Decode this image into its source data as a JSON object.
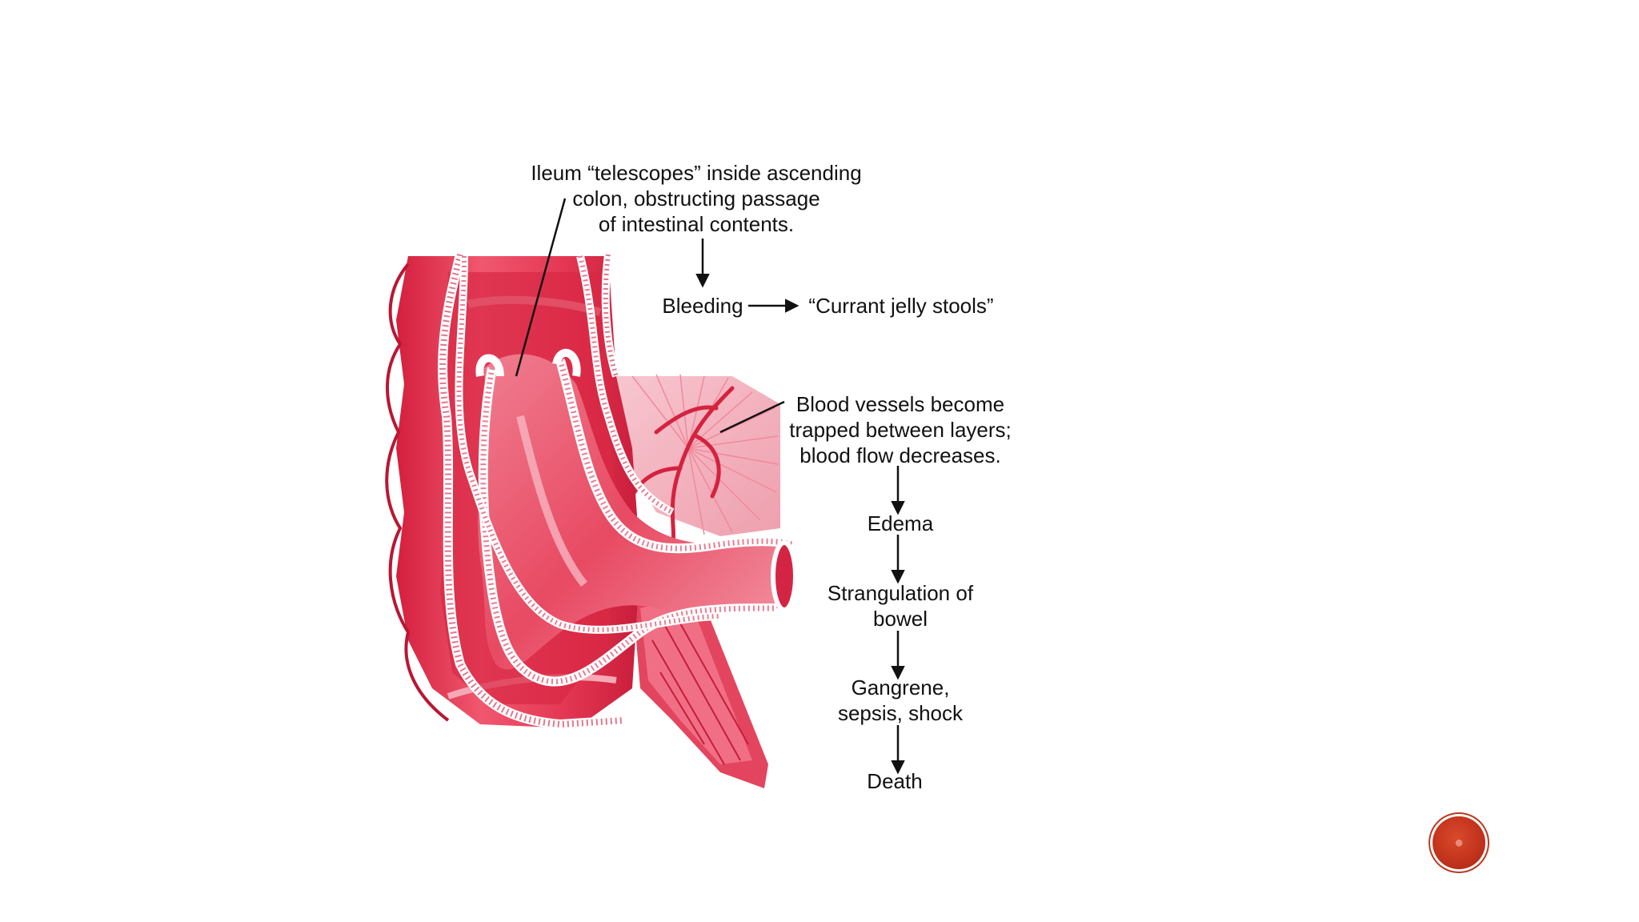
{
  "labels": {
    "ileum_note": [
      "Ileum “telescopes” inside ascending",
      "colon, obstructing passage",
      "of intestinal contents."
    ],
    "bleeding": "Bleeding",
    "currant_jelly": "“Currant jelly stools”",
    "blood_vessels": [
      "Blood vessels become",
      "trapped between layers;",
      "blood flow decreases."
    ],
    "edema": "Edema",
    "strangulation": [
      "Strangulation of",
      "bowel"
    ],
    "gangrene": [
      "Gangrene,",
      "sepsis, shock"
    ],
    "death": "Death"
  },
  "colors": {
    "bowel_outer": "#e8334f",
    "bowel_light": "#f27a8c",
    "bowel_dark": "#c81d3a",
    "mesentery": "#f5b7c2",
    "arrow": "#111111",
    "badge": "#c0321c"
  },
  "badge": {
    "icon": "slide-number-badge"
  }
}
